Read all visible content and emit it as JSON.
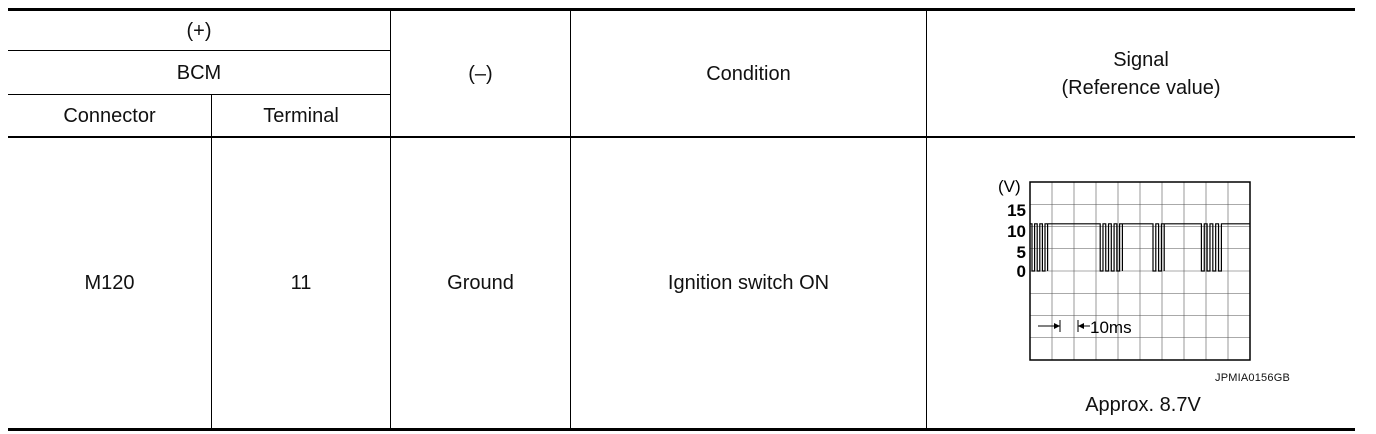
{
  "header": {
    "plus": "(+)",
    "unit": "BCM",
    "connector_col": "Connector",
    "terminal_col": "Terminal",
    "minus_col": "(–)",
    "condition_col": "Condition",
    "signal_col_line1": "Signal",
    "signal_col_line2": "(Reference value)"
  },
  "row": {
    "connector": "M120",
    "terminal": "11",
    "minus": "Ground",
    "condition": "Ignition switch ON",
    "signal_value": "Approx. 8.7V"
  },
  "waveform": {
    "y_unit": "(V)",
    "y_ticks": [
      "15",
      "10",
      "5",
      "0"
    ],
    "y_tick_values": [
      15,
      10,
      5,
      0
    ],
    "time_scale_label": "10ms",
    "high_level_v": 12,
    "low_level_v": 0,
    "image_code": "JPMIA0156GB"
  }
}
